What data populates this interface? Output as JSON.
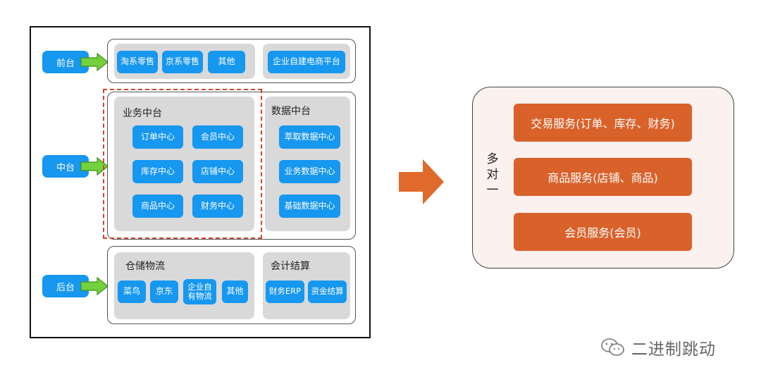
{
  "layers": {
    "front": "前台",
    "middle": "中台",
    "back": "后台"
  },
  "front": {
    "chips": [
      "淘系零售",
      "京系零售",
      "其他"
    ],
    "platform": "企业自建电商平台"
  },
  "middle": {
    "business": {
      "title": "业务中台",
      "chips": [
        "订单中心",
        "会员中心",
        "库存中心",
        "店铺中心",
        "商品中心",
        "财务中心"
      ]
    },
    "data": {
      "title": "数据中台",
      "chips": [
        "萃取数据中心",
        "业务数据中心",
        "基础数据中心"
      ]
    }
  },
  "back": {
    "logistics": {
      "title": "仓储物流",
      "chips": [
        "菜鸟",
        "京东",
        "企业自\n有物流",
        "其他"
      ]
    },
    "accounting": {
      "title": "会计结算",
      "chips": [
        "财务ERP",
        "资金结算"
      ]
    }
  },
  "right": {
    "label_chars": [
      "多",
      "对",
      "一"
    ],
    "services": [
      "交易服务(订单、库存、财务)",
      "商品服务(店铺、商品)",
      "会员服务(会员)"
    ]
  },
  "watermark": "二进制跳动",
  "colors": {
    "blue": "#1697f0",
    "green": "#73d13d",
    "orange": "#d9622b",
    "dashed": "#d2452b"
  }
}
